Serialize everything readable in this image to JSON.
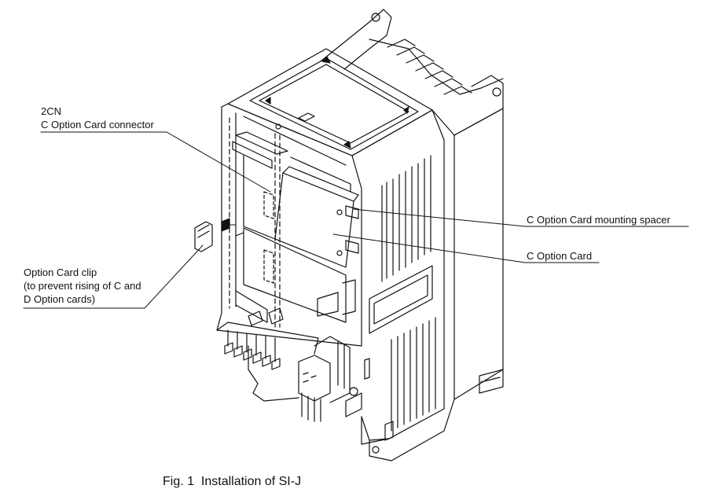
{
  "labels": {
    "connector_id": "2CN",
    "connector_name": "C Option Card connector",
    "clip_line1": "Option Card clip",
    "clip_line2": "(to prevent rising of C and",
    "clip_line3": "D Option cards)",
    "spacer": "C Option Card mounting spacer",
    "card": "C Option Card"
  },
  "caption": {
    "fig_number": "Fig. 1",
    "fig_title": "Installation of SI-J"
  }
}
